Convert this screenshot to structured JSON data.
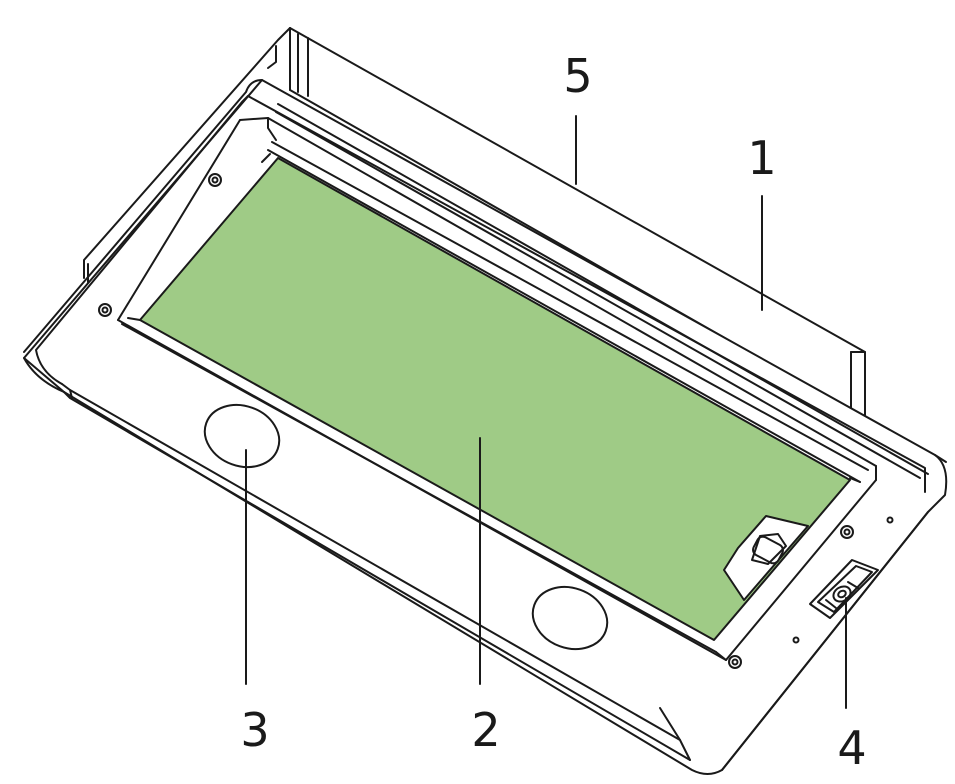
{
  "diagram": {
    "callouts": [
      {
        "id": "c1",
        "label": "1"
      },
      {
        "id": "c2",
        "label": "2"
      },
      {
        "id": "c3",
        "label": "3"
      },
      {
        "id": "c4",
        "label": "4"
      },
      {
        "id": "c5",
        "label": "5"
      }
    ],
    "colors": {
      "stroke": "#1a1a1a",
      "body": "#ffffff",
      "filter": "#9fcb86"
    }
  }
}
